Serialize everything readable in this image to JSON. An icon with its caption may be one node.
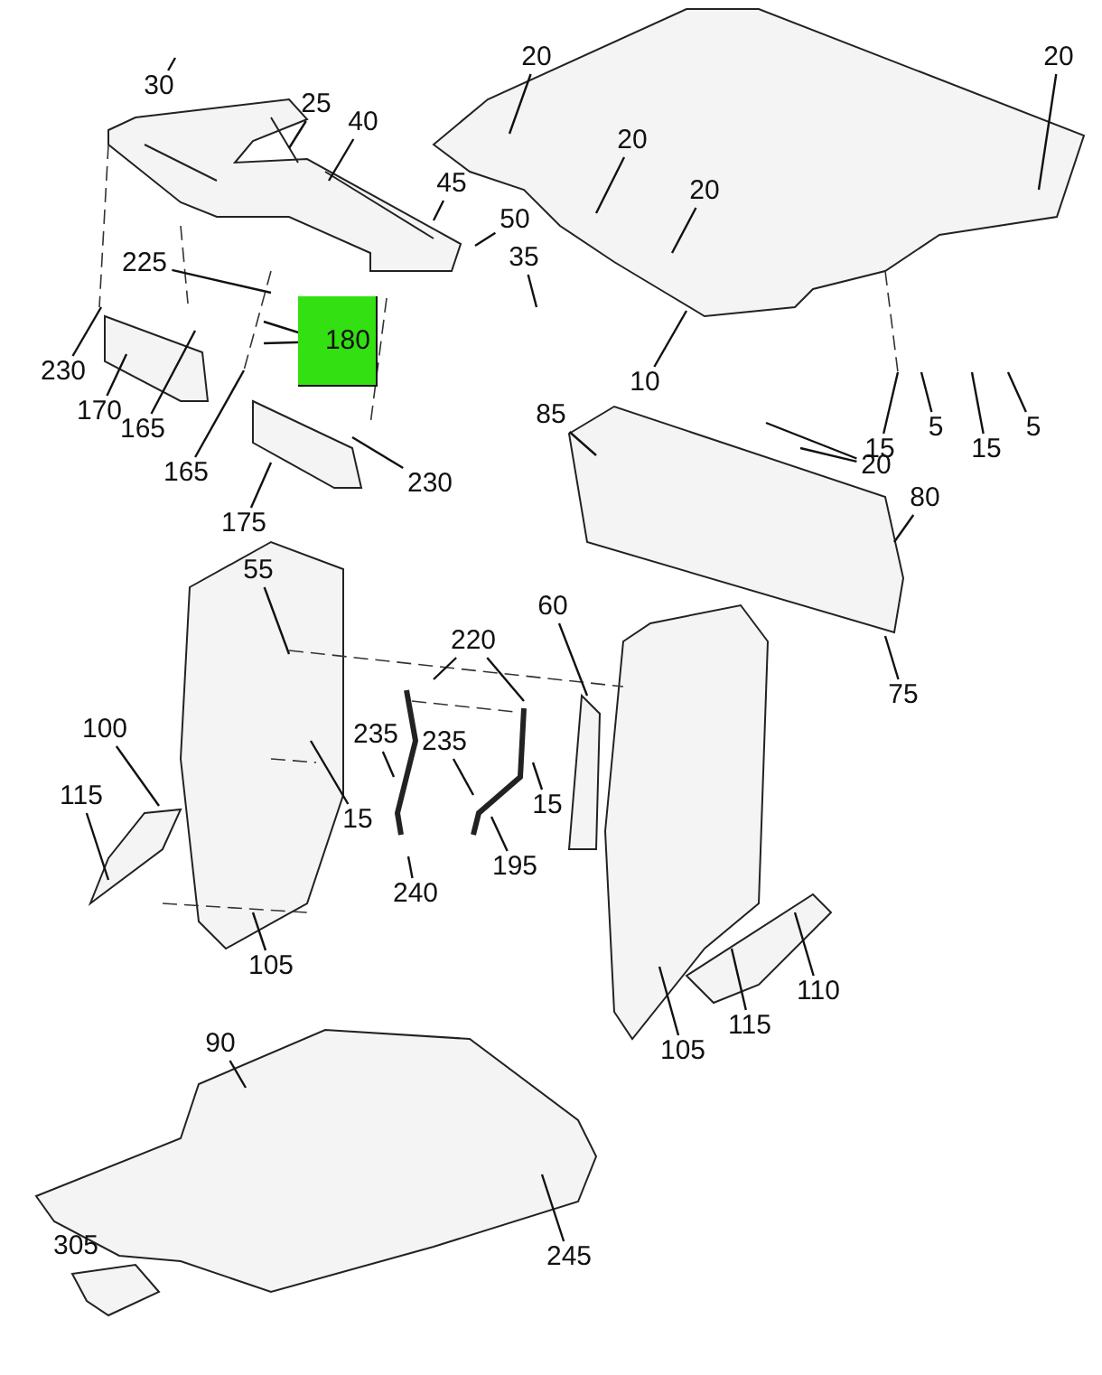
{
  "diagram": {
    "nodes": [
      {
        "text": [
          "30"
        ]
      },
      {
        "text": [
          "25"
        ]
      },
      {
        "text": [
          "40"
        ]
      },
      {
        "text": [
          "20"
        ]
      },
      {
        "text": [
          "20"
        ]
      },
      {
        "text": [
          "20"
        ]
      },
      {
        "text": [
          "20"
        ]
      },
      {
        "text": [
          "45"
        ]
      },
      {
        "text": [
          "50"
        ]
      },
      {
        "text": [
          "225"
        ]
      },
      {
        "text": [
          "180"
        ]
      },
      {
        "text": [
          "35"
        ]
      },
      {
        "text": [
          "10"
        ]
      },
      {
        "text": [
          "230"
        ]
      },
      {
        "text": [
          "170"
        ]
      },
      {
        "text": [
          "165"
        ]
      },
      {
        "text": [
          "165"
        ]
      },
      {
        "text": [
          "230"
        ]
      },
      {
        "text": [
          "175"
        ]
      },
      {
        "text": [
          "15"
        ]
      },
      {
        "text": [
          "5"
        ]
      },
      {
        "text": [
          "15"
        ]
      },
      {
        "text": [
          "5"
        ]
      },
      {
        "text": [
          "20"
        ]
      },
      {
        "text": [
          "85"
        ]
      },
      {
        "text": [
          "80"
        ]
      },
      {
        "text": [
          "75"
        ]
      },
      {
        "text": [
          "55"
        ]
      },
      {
        "text": [
          "220"
        ]
      },
      {
        "text": [
          "60"
        ]
      },
      {
        "text": [
          "235"
        ]
      },
      {
        "text": [
          "235"
        ]
      },
      {
        "text": [
          "15"
        ]
      },
      {
        "text": [
          "15"
        ]
      },
      {
        "text": [
          "100"
        ]
      },
      {
        "text": [
          "115"
        ]
      },
      {
        "text": [
          "240"
        ]
      },
      {
        "text": [
          "195"
        ]
      },
      {
        "text": [
          "105"
        ]
      },
      {
        "text": [
          "110"
        ]
      },
      {
        "text": [
          "115"
        ]
      },
      {
        "text": [
          "105"
        ]
      },
      {
        "text": [
          "90"
        ]
      },
      {
        "text": [
          "245"
        ]
      }
    ],
    "edges": [
      {
        "from": 0,
        "to": null,
        "arrow": "none"
      },
      {
        "from": 1,
        "to": null,
        "arrow": "none"
      },
      {
        "from": 2,
        "to": null,
        "arrow": "none"
      },
      {
        "from": 3,
        "to": null,
        "arrow": "none"
      },
      {
        "from": 4,
        "to": null,
        "arrow": "none"
      },
      {
        "from": 5,
        "to": null,
        "arrow": "none"
      },
      {
        "from": 6,
        "to": null,
        "arrow": "none"
      },
      {
        "from": 7,
        "to": null,
        "arrow": "none"
      },
      {
        "from": 8,
        "to": null,
        "arrow": "none"
      },
      {
        "from": 9,
        "to": null,
        "arrow": "none"
      },
      {
        "from": 10,
        "to": null,
        "arrow": "none"
      },
      {
        "from": 10,
        "to": null,
        "arrow": "none"
      },
      {
        "from": 11,
        "to": null,
        "arrow": "none"
      },
      {
        "from": 12,
        "to": null,
        "arrow": "none"
      },
      {
        "from": 13,
        "to": null,
        "arrow": "none"
      },
      {
        "from": 14,
        "to": null,
        "arrow": "none"
      },
      {
        "from": 15,
        "to": null,
        "arrow": "none"
      },
      {
        "from": 16,
        "to": null,
        "arrow": "none"
      },
      {
        "from": 17,
        "to": null,
        "arrow": "none"
      },
      {
        "from": 18,
        "to": null,
        "arrow": "none"
      },
      {
        "from": 19,
        "to": null,
        "arrow": "none"
      },
      {
        "from": 20,
        "to": null,
        "arrow": "none"
      },
      {
        "from": 21,
        "to": null,
        "arrow": "none"
      },
      {
        "from": 22,
        "to": null,
        "arrow": "none"
      },
      {
        "from": 23,
        "to": null,
        "arrow": "none"
      },
      {
        "from": 23,
        "to": null,
        "arrow": "none"
      },
      {
        "from": 24,
        "to": null,
        "arrow": "none"
      },
      {
        "from": 25,
        "to": null,
        "arrow": "none"
      },
      {
        "from": 26,
        "to": null,
        "arrow": "none"
      },
      {
        "from": 27,
        "to": null,
        "arrow": "none"
      },
      {
        "from": 28,
        "to": null,
        "arrow": "none"
      },
      {
        "from": 28,
        "to": null,
        "arrow": "none"
      },
      {
        "from": 29,
        "to": null,
        "arrow": "none"
      },
      {
        "from": 30,
        "to": null,
        "arrow": "none"
      },
      {
        "from": 31,
        "to": null,
        "arrow": "none"
      },
      {
        "from": 32,
        "to": null,
        "arrow": "none"
      },
      {
        "from": 33,
        "to": null,
        "arrow": "none"
      },
      {
        "from": 34,
        "to": null,
        "arrow": "none"
      },
      {
        "from": 35,
        "to": null,
        "arrow": "none"
      },
      {
        "from": 36,
        "to": null,
        "arrow": "none"
      },
      {
        "from": 37,
        "to": null,
        "arrow": "none"
      },
      {
        "from": 38,
        "to": null,
        "arrow": "none"
      },
      {
        "from": 39,
        "to": null,
        "arrow": "none"
      },
      {
        "from": 40,
        "to": null,
        "arrow": "none"
      },
      {
        "from": 41,
        "to": null,
        "arrow": "none"
      },
      {
        "from": 42,
        "to": null,
        "arrow": "none"
      },
      {
        "from": 43,
        "to": null,
        "arrow": "none"
      }
    ],
    "labels": [
      "305"
    ]
  }
}
